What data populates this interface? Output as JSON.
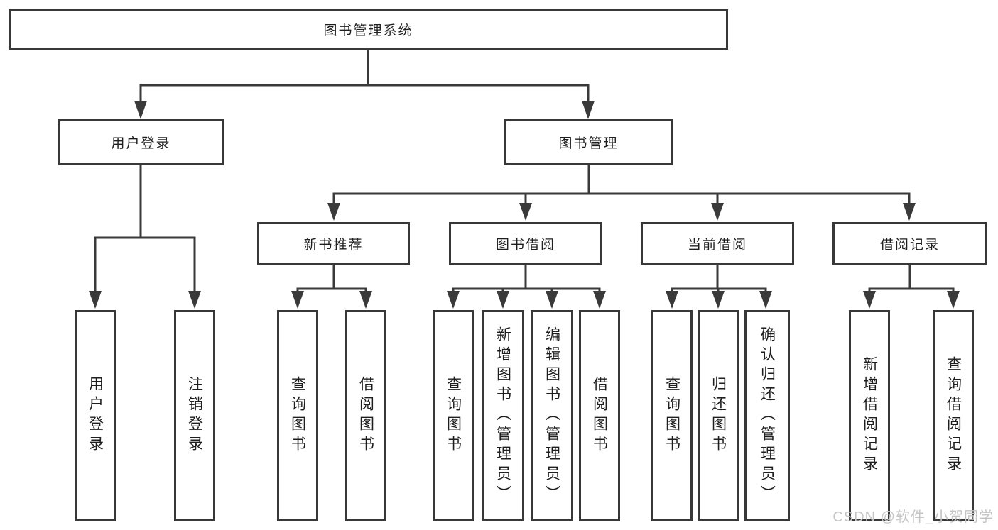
{
  "diagram": {
    "title": "图书管理系统",
    "level2": [
      {
        "label": "用户登录"
      },
      {
        "label": "图书管理"
      }
    ],
    "level3": [
      {
        "label": "新书推荐"
      },
      {
        "label": "图书借阅"
      },
      {
        "label": "当前借阅"
      },
      {
        "label": "借阅记录"
      }
    ],
    "leaves": {
      "user_login": [
        {
          "label": "用户登录"
        },
        {
          "label": "注销登录"
        }
      ],
      "new_book": [
        {
          "label": "查询图书"
        },
        {
          "label": "借阅图书"
        }
      ],
      "book_borrow": [
        {
          "label": "查询图书"
        },
        {
          "label": "新增图书（管理员）"
        },
        {
          "label": "编辑图书（管理员）"
        },
        {
          "label": "借阅图书"
        }
      ],
      "current_borrow": [
        {
          "label": "查询图书"
        },
        {
          "label": "归还图书"
        },
        {
          "label": "确认归还（管理员）"
        }
      ],
      "borrow_records": [
        {
          "label": "新增借阅记录"
        },
        {
          "label": "查询借阅记录"
        }
      ]
    },
    "colors": {
      "line": "#3a3a3a",
      "border": "#383838",
      "text": "#1e1e1e",
      "background": "#ffffff",
      "watermark": "#c5c5c5"
    }
  },
  "watermark": {
    "text": "CSDN @软件_小贺同学"
  }
}
